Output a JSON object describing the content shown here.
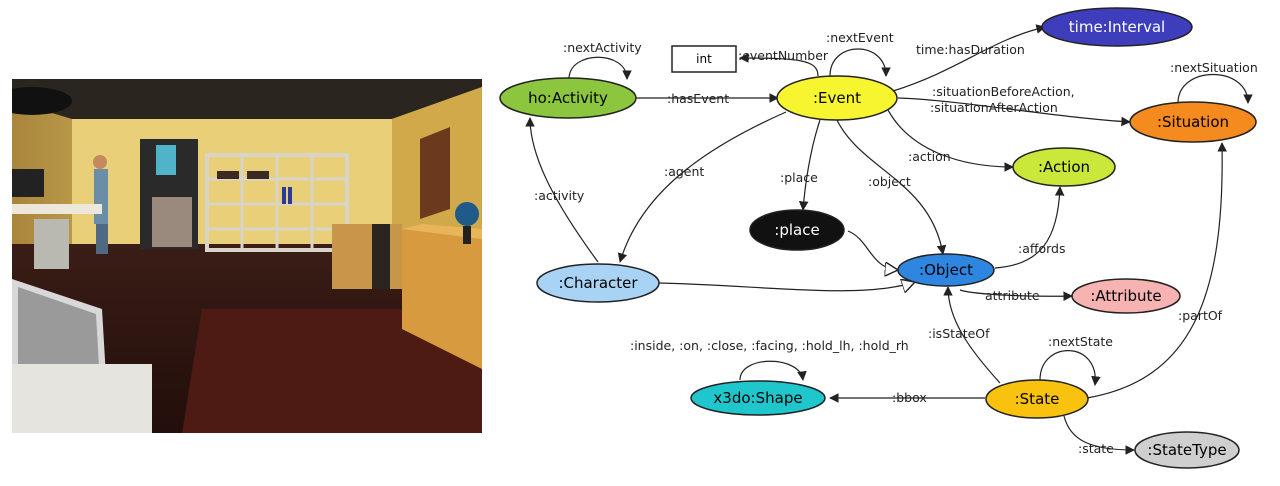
{
  "nodes": {
    "activity": {
      "label": "ho:Activity",
      "fill": "#8cc63f",
      "text": "#000000"
    },
    "event": {
      "label": ":Event",
      "fill": "#f7f530",
      "text": "#000000"
    },
    "interval": {
      "label": "time:Interval",
      "fill": "#3e3ebd",
      "text": "#ffffff"
    },
    "situation": {
      "label": ":Situation",
      "fill": "#f58a1f",
      "text": "#000000"
    },
    "action": {
      "label": ":Action",
      "fill": "#c9e83a",
      "text": "#000000"
    },
    "place": {
      "label": ":place",
      "fill": "#111111",
      "text": "#ffffff"
    },
    "object": {
      "label": ":Object",
      "fill": "#2f86e0",
      "text": "#000000"
    },
    "character": {
      "label": ":Character",
      "fill": "#a9d3f5",
      "text": "#000000"
    },
    "attribute": {
      "label": ":Attribute",
      "fill": "#f7b2b2",
      "text": "#000000"
    },
    "shape": {
      "label": "x3do:Shape",
      "fill": "#1fc6cc",
      "text": "#000000"
    },
    "state": {
      "label": ":State",
      "fill": "#f8c20e",
      "text": "#000000"
    },
    "statetype": {
      "label": ":StateType",
      "fill": "#cfcfcf",
      "text": "#000000"
    },
    "int": {
      "label": "int"
    }
  },
  "edges": {
    "next_activity": ":nextActivity",
    "has_event": ":hasEvent",
    "event_number": ":eventNumber",
    "next_event": ":nextEvent",
    "has_duration": "time:hasDuration",
    "situation_before": ":situationBeforeAction,",
    "situation_after": ":situationAfterAction",
    "next_situation": ":nextSituation",
    "agent": ":agent",
    "activity": ":activity",
    "place": ":place",
    "object": ":object",
    "action": ":action",
    "affords": ":affords",
    "attribute": "attribute",
    "is_state_of": ":isStateOf",
    "part_of": ":partOf",
    "next_state": ":nextState",
    "spatial": ":inside, :on, :close, :facing, :hold_lh, :hold_rh",
    "bbox": ":bbox",
    "state": ":state"
  }
}
